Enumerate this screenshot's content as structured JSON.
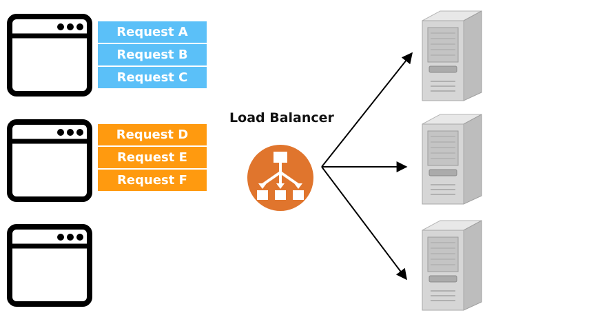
{
  "clients": [
    {
      "requests": [
        "Request A",
        "Request B",
        "Request C"
      ]
    },
    {
      "requests": [
        "Request D",
        "Request E",
        "Request F"
      ]
    },
    {
      "requests": []
    }
  ],
  "load_balancer": {
    "label": "Load Balancer",
    "icon": "load-balancer-icon"
  },
  "servers": [
    "server-icon",
    "server-icon",
    "server-icon"
  ],
  "colors": {
    "group1_request": "#5bc0f8",
    "group2_request": "#ff9a0f",
    "load_balancer": "#e0752d",
    "window_frame": "#000000"
  }
}
